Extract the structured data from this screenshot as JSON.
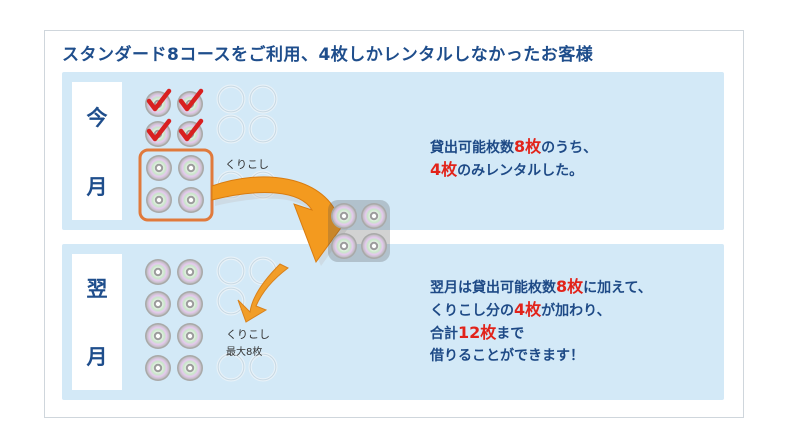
{
  "headline": "スタンダード8コースをご利用、4枚しかレンタルしなかったお客様",
  "this_month": {
    "label_chars": [
      "今",
      "月"
    ],
    "kurikoshi_label": "くりこし",
    "desc_line1_pre": "貸出可能枚数",
    "desc_line1_red": "8枚",
    "desc_line1_post": "のうち、",
    "desc_line2_red": "4枚",
    "desc_line2_post": "のみレンタルした。"
  },
  "next_month": {
    "label_chars": [
      "翌",
      "月"
    ],
    "kurikoshi_label": "くりこし",
    "max_label": "最大8枚",
    "desc_line1_pre": "翌月は貸出可能枚数",
    "desc_line1_red": "8枚",
    "desc_line1_post": "に加えて、",
    "desc_line2_pre": "くりこし分の",
    "desc_line2_red": "4枚",
    "desc_line2_post": "が加わり、",
    "desc_line3_pre": "合計",
    "desc_line3_red": "12枚",
    "desc_line3_post": "まで",
    "desc_line4": "借りることができます！"
  },
  "colors": {
    "headline": "#1f4e8c",
    "panel": "#d3e9f7",
    "emphasis_red": "#e2231a",
    "arrow_orange": "#f39a1f",
    "checkmark_red": "#d82020",
    "highlight_border": "#e07a3c"
  },
  "icons": [
    "disc-icon",
    "checkmark-icon",
    "disc-placeholder-icon",
    "curved-arrow-icon"
  ]
}
